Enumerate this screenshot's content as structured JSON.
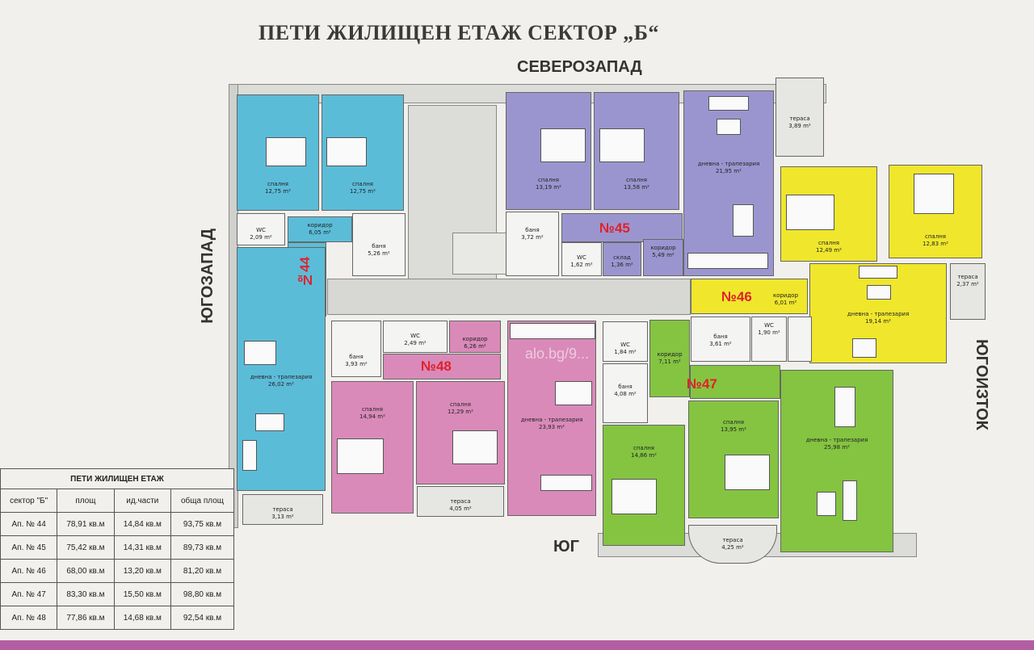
{
  "title": "ПЕТИ ЖИЛИЩЕН ЕТАЖ    СЕКТОР „Б“",
  "directions": {
    "north": "СЕВЕРОЗАПАД",
    "west": "ЮГОЗАПАД",
    "east": "ЮГОИЗТОК",
    "south": "ЮГ"
  },
  "apartments": {
    "a44": "№44",
    "a45": "№45",
    "a46": "№46",
    "a47": "№47",
    "a48": "№48"
  },
  "rooms": {
    "r44_bed1": [
      "спалня",
      "12,75 m²"
    ],
    "r44_bed2": [
      "спалня",
      "12,75 m²"
    ],
    "r44_wc": [
      "WC",
      "2,09 m²"
    ],
    "r44_corr": [
      "коридор",
      "6,05 m²"
    ],
    "r44_bath": [
      "баня",
      "5,26 m²"
    ],
    "r44_living": [
      "дневна - трапезария",
      "26,02 m²"
    ],
    "r44_terr": [
      "тераса",
      "3,13 m²"
    ],
    "r45_bed1": [
      "спалня",
      "13,19 m²"
    ],
    "r45_bed2": [
      "спалня",
      "13,58 m²"
    ],
    "r45_living": [
      "дневна - трапезария",
      "21,95 m²"
    ],
    "r45_terr": [
      "тераса",
      "3,89 m²"
    ],
    "r45_bath": [
      "баня",
      "3,72 m²"
    ],
    "r45_wc": [
      "WC",
      "1,62 m²"
    ],
    "r45_store": [
      "склад",
      "1,36 m²"
    ],
    "r45_corr": [
      "коридор",
      "5,49 m²"
    ],
    "r46_bed1": [
      "спалня",
      "12,49 m²"
    ],
    "r46_bed2": [
      "спалня",
      "12,83 m²"
    ],
    "r46_terr": [
      "тераса",
      "2,37 m²"
    ],
    "r46_corr": [
      "коридор",
      "6,01 m²"
    ],
    "r46_living": [
      "дневна - трапезария",
      "19,14 m²"
    ],
    "r46_bath": [
      "баня",
      "3,61 m²"
    ],
    "r46_wc": [
      "WC",
      "1,90 m²"
    ],
    "r48_wc": [
      "WC",
      "2,49 m²"
    ],
    "r48_corr": [
      "коридор",
      "6,26 m²"
    ],
    "r48_bath": [
      "баня",
      "3,93 m²"
    ],
    "r48_bed1": [
      "спалня",
      "14,94 m²"
    ],
    "r48_bed2": [
      "спалня",
      "12,29 m²"
    ],
    "r48_living": [
      "дневна - трапезария",
      "23,93 m²"
    ],
    "r48_terr": [
      "тераса",
      "4,05 m²"
    ],
    "r47_wc": [
      "WC",
      "1,84 m²"
    ],
    "r47_corr": [
      "коридор",
      "7,11 m²"
    ],
    "r47_bath": [
      "баня",
      "4,08 m²"
    ],
    "r47_bed1": [
      "спалня",
      "14,86 m²"
    ],
    "r47_bed2": [
      "спалня",
      "13,95 m²"
    ],
    "r47_living": [
      "дневна - трапезария",
      "25,98 m²"
    ],
    "r47_terr": [
      "тераса",
      "4,25 m²"
    ]
  },
  "watermark": "alo.bg/9...",
  "area_table": {
    "caption": "ПЕТИ ЖИЛИЩЕН ЕТАЖ",
    "headers": [
      "сектор \"Б\"",
      "площ",
      "ид.части",
      "обща площ"
    ],
    "rows": [
      [
        "Ап. № 44",
        "78,91 кв.м",
        "14,84 кв.м",
        "93,75 кв.м"
      ],
      [
        "Ап. № 45",
        "75,42 кв.м",
        "14,31 кв.м",
        "89,73 кв.м"
      ],
      [
        "Ап. № 46",
        "68,00 кв.м",
        "13,20 кв.м",
        "81,20 кв.м"
      ],
      [
        "Ап. № 47",
        "83,30 кв.м",
        "15,50 кв.м",
        "98,80 кв.м"
      ],
      [
        "Ап. № 48",
        "77,86 кв.м",
        "14,68 кв.м",
        "92,54 кв.м"
      ]
    ]
  },
  "colors": {
    "a44": "#5bbcd8",
    "a45": "#9b95cf",
    "a46": "#f0e62c",
    "a47": "#84c441",
    "a48": "#d98ab9",
    "common": "#d7d7d3"
  }
}
